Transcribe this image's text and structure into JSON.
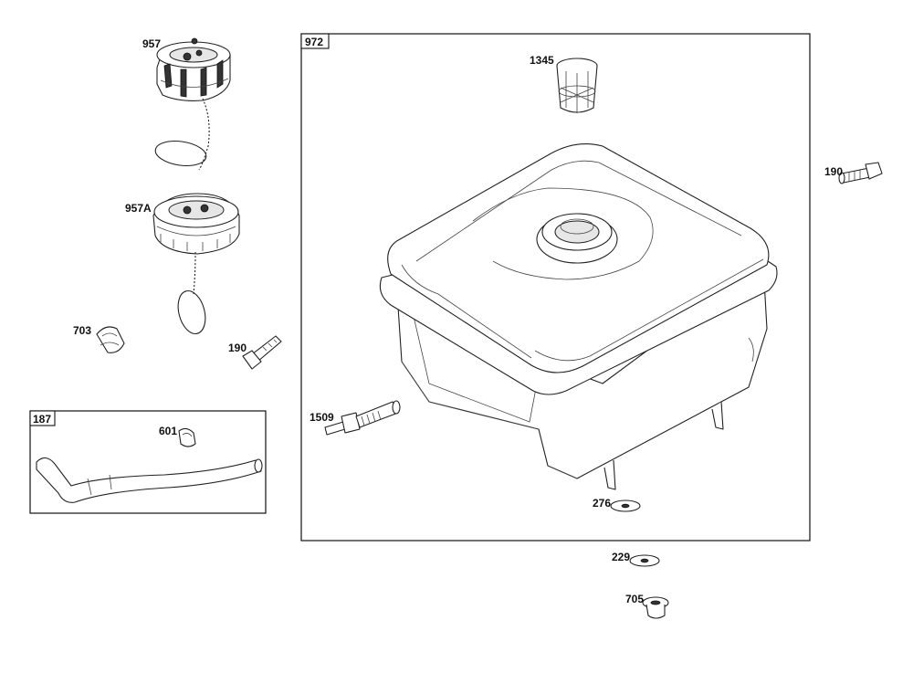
{
  "diagram": {
    "callouts": {
      "cap_vented": "957",
      "cap_gauge": "957A",
      "clip": "703",
      "bolt_left": "190",
      "bolt_right": "190",
      "fuel_line_box": "187",
      "hose_clamp": "601",
      "fuel_tank_box": "972",
      "strainer": "1345",
      "shutoff_valve": "1509",
      "washer_276": "276",
      "washer_229": "229",
      "nut_705": "705"
    }
  }
}
